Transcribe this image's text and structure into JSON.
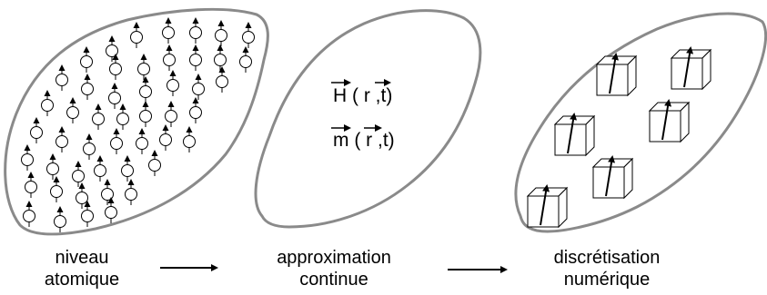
{
  "stages": [
    {
      "line1": "niveau",
      "line2": "atomique"
    },
    {
      "line1": "approximation",
      "line2": "continue"
    },
    {
      "line1": "discrétisation",
      "line2": "numérique"
    }
  ],
  "formulas": {
    "h": {
      "symbol": "H",
      "args": "( r ,t)"
    },
    "m": {
      "symbol": "m",
      "args": "( r ,t)"
    }
  },
  "colors": {
    "outline": "#8a8a8a",
    "ink": "#000000"
  }
}
